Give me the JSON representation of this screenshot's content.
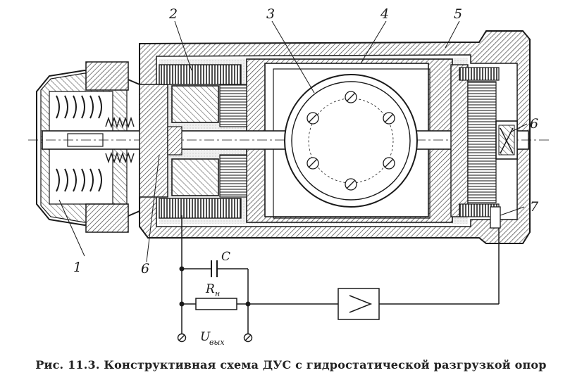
{
  "figure": {
    "caption": "Рис. 11.3. Конструктивная схема ДУС с гидростатической разгрузкой опор",
    "part_labels": [
      "1",
      "2",
      "3",
      "4",
      "5",
      "6",
      "6",
      "7"
    ],
    "circuit": {
      "capacitor": "C",
      "resistor": "R",
      "resistor_sub": "н",
      "output": "U",
      "output_sub": "вых"
    }
  },
  "colors": {
    "ink": "#1a1a1a",
    "hatch": "#444444",
    "fluid": "#d9d9d9",
    "background": "#ffffff"
  }
}
